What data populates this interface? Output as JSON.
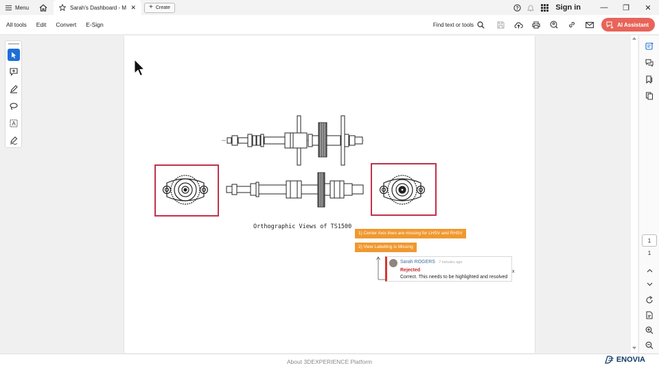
{
  "titlebar": {
    "menu_label": "Menu",
    "tab_title": "Sarah's Dashboard - My ...",
    "create_label": "Create",
    "signin_label": "Sign in"
  },
  "toolbar": {
    "items": [
      "All tools",
      "Edit",
      "Convert",
      "E-Sign"
    ],
    "find_label": "Find text or tools",
    "ai_label": "AI Assistant"
  },
  "document": {
    "caption": "Orthographic Views of TS1500",
    "notes": [
      "1) Center Axis lines are missing for LHSV and RHSV",
      "2) View Labelling is Missing"
    ],
    "comment": {
      "author": "Sarah ROGERS",
      "time": "7 minutes ago",
      "status": "Rejected",
      "text": "Correct. This needs to be highlighted and resolved",
      "close": "x"
    }
  },
  "pager": {
    "current": "1",
    "total": "1"
  },
  "footer": {
    "about": "About 3DEXPERIENCE Platform",
    "brand": "ENOVIA"
  },
  "colors": {
    "accent_blue": "#1d6fd8",
    "ai_button": "#e8645a",
    "annotation_frame": "#c0304a",
    "note_orange": "#f0982f",
    "rejected_red": "#c0282a"
  }
}
